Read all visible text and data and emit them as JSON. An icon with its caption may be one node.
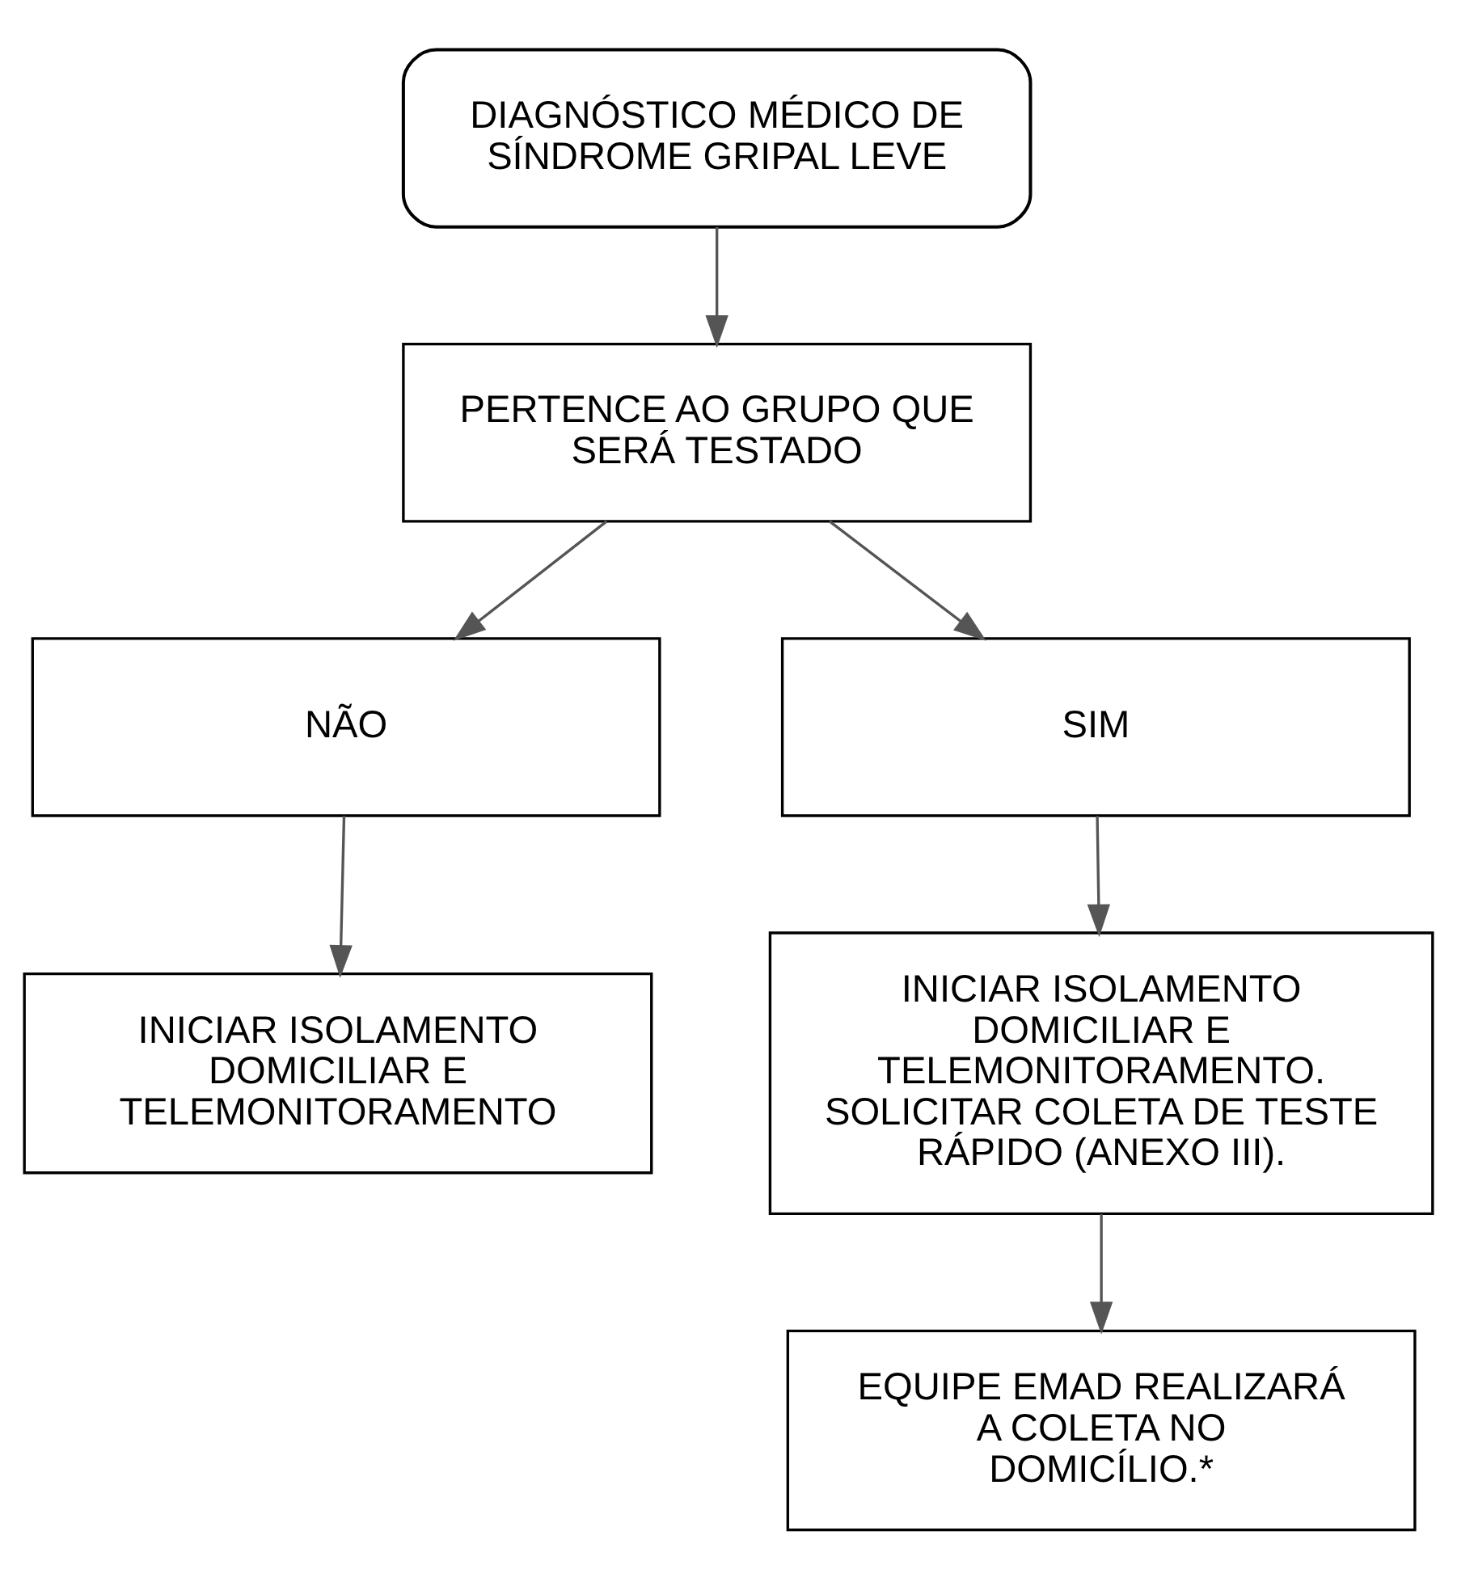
{
  "diagram": {
    "nodes": [
      {
        "text": [
          "DIAGNÓSTICO MÉDICO DE SÍNDROME GRIPAL LEVE"
        ]
      },
      {
        "text": [
          "PERTENCE AO GRUPO QUE SERÁ TESTADO"
        ]
      },
      {
        "text": [
          "NÃO"
        ]
      },
      {
        "text": [
          "SIM"
        ]
      },
      {
        "text": [
          "INICIAR ISOLAMENTO DOMICILIAR E TELEMONITORAMENTO"
        ]
      },
      {
        "text": [
          "INICIAR ISOLAMENTO DOMICILIAR E TELEMONITORAMENTO. SOLICITAR COLETA DE TESTE RÁPIDO (ANEXO III)."
        ]
      },
      {
        "text": [
          "EQUIPE EMAD REALIZARÁ A COLETA NO DOMICÍLIO.*"
        ]
      }
    ],
    "edges": [
      {
        "from": 0,
        "to": 1,
        "arrow": "to"
      },
      {
        "from": 1,
        "to": 2,
        "arrow": "to"
      },
      {
        "from": 1,
        "to": 3,
        "arrow": "to"
      },
      {
        "from": 2,
        "to": 4,
        "arrow": "to"
      },
      {
        "from": 3,
        "to": 5,
        "arrow": "to"
      },
      {
        "from": 5,
        "to": 6,
        "arrow": "to"
      }
    ]
  }
}
